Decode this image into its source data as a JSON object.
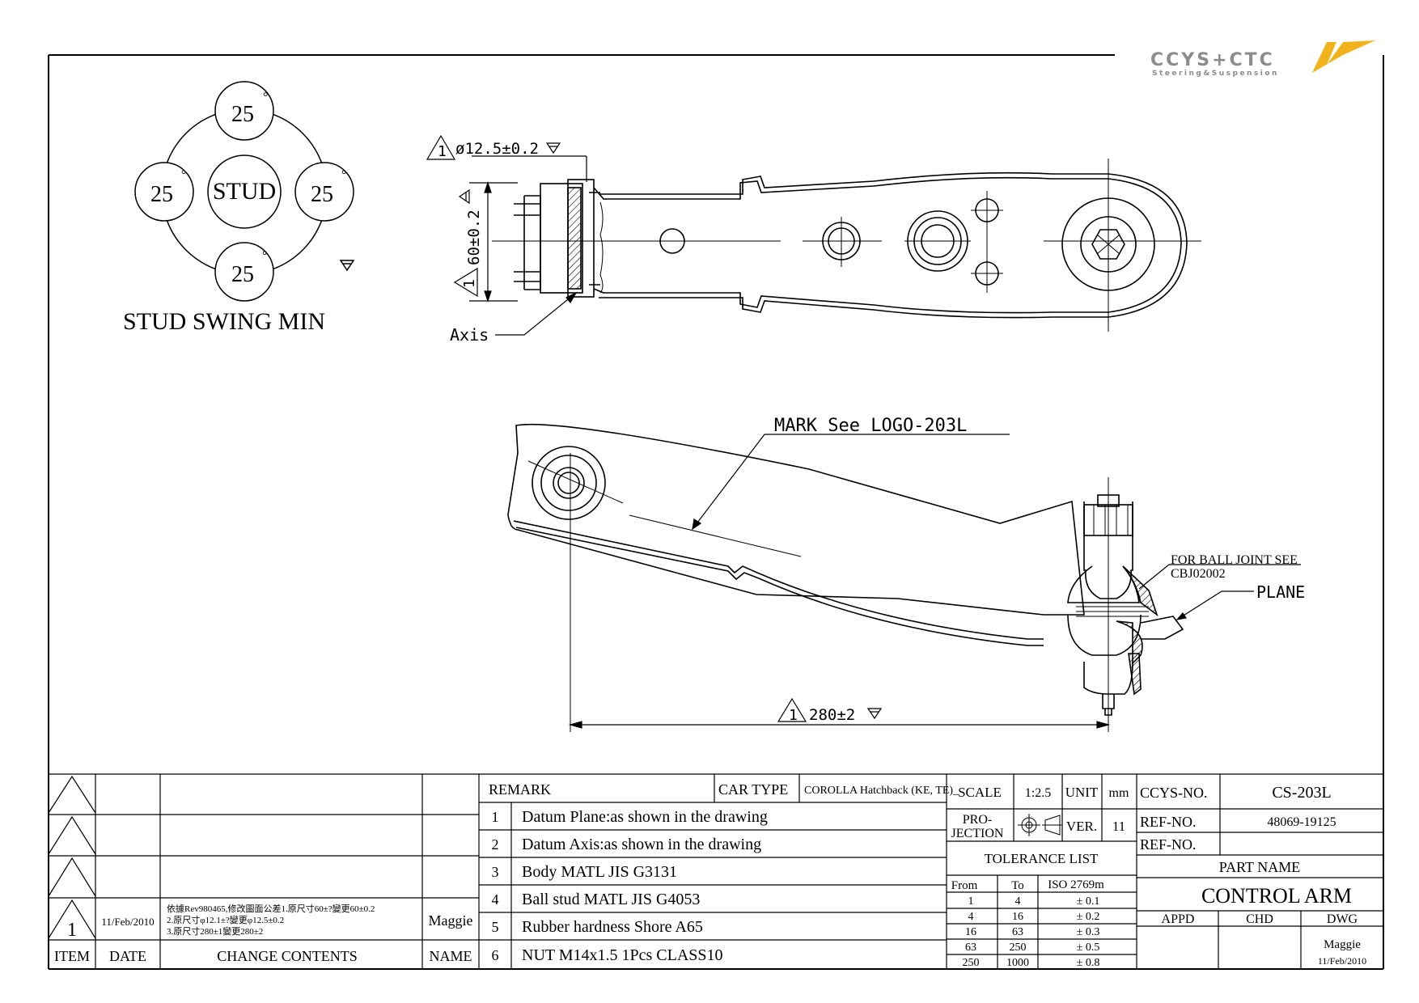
{
  "logo": {
    "wordmark": "CCYS+CTC",
    "tagline": "Steering&Suspension",
    "accent_color": "#f2b21b",
    "text_color": "#8c8c8c"
  },
  "stud_swing": {
    "center_label": "STUD",
    "angles": [
      "25",
      "25",
      "25",
      "25"
    ],
    "degree_symbol": "°",
    "caption": "STUD SWING MIN"
  },
  "top_view": {
    "diameter_callout": "ø12.5±0.2",
    "height_callout": "60±0.2",
    "axis_label": "Axis",
    "triangle_marker": "1"
  },
  "side_view": {
    "mark_note": "MARK See LOGO-203L",
    "ball_joint_note_line1": "FOR BALL JOINT SEE",
    "ball_joint_note_line2": "CBJ02002",
    "plane_label": "PLANE",
    "length_callout": "280±2",
    "triangle_marker": "1"
  },
  "revision_table": {
    "headers": {
      "item": "ITEM",
      "date": "DATE",
      "change": "CHANGE CONTENTS",
      "name": "NAME"
    },
    "row": {
      "item": "1",
      "date": "11/Feb/2010",
      "change_line1": "依據Rev980465,修改圖面公差1.原尺寸60±?變更60±0.2",
      "change_line2": "2.原尺寸φ12.1±?變更φ12.5±0.2",
      "change_line3": "3.原尺寸280±1變更280±2",
      "name": "Maggie"
    }
  },
  "remarks": {
    "header": "REMARK",
    "car_type_label": "CAR TYPE",
    "car_type_value": "COROLLA Hatchback (KE, TE)_",
    "items": [
      {
        "no": "1",
        "text": "Datum Plane:as shown in the drawing"
      },
      {
        "no": "2",
        "text": "Datum Axis:as shown in the drawing"
      },
      {
        "no": "3",
        "text": "Body MATL JIS G3131"
      },
      {
        "no": "4",
        "text": "Ball stud MATL JIS G4053"
      },
      {
        "no": "5",
        "text": "Rubber hardness Shore A65"
      },
      {
        "no": "6",
        "text": "NUT M14x1.5 1Pcs CLASS10"
      }
    ]
  },
  "spec": {
    "scale_label": "SCALE",
    "scale_value": "1:2.5",
    "unit_label": "UNIT",
    "unit_value": "mm",
    "projection_label_1": "PRO-",
    "projection_label_2": "JECTION",
    "ver_label": "VER.",
    "ver_value": "11",
    "tolerance_title": "TOLERANCE LIST",
    "tol_headers": [
      "From",
      "To",
      "ISO 2769m"
    ],
    "tolerances": [
      [
        "1",
        "4",
        "± 0.1"
      ],
      [
        "4",
        "16",
        "± 0.2"
      ],
      [
        "16",
        "63",
        "± 0.3"
      ],
      [
        "63",
        "250",
        "± 0.5"
      ],
      [
        "250",
        "1000",
        "± 0.8"
      ]
    ]
  },
  "title_block": {
    "ccys_label": "CCYS-NO.",
    "ccys_value": "CS-203L",
    "ref1_label": "REF-NO.",
    "ref1_value": "48069-19125",
    "ref2_label": "REF-NO.",
    "ref2_value": "",
    "part_name_label": "PART NAME",
    "part_name_value": "CONTROL ARM",
    "appd_label": "APPD",
    "chd_label": "CHD",
    "dwg_label": "DWG",
    "dwg_name": "Maggie",
    "dwg_date": "11/Feb/2010"
  }
}
